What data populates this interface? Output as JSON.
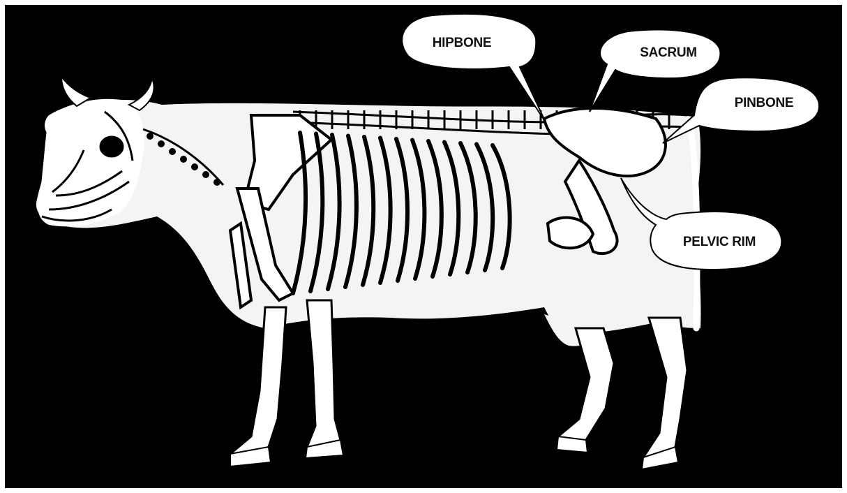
{
  "figure": {
    "colors": {
      "background": "#000000",
      "frame": "#ffffff",
      "body": "#f4f4f4",
      "bone": "#ffffff",
      "ink": "#000000",
      "callout": "#ffffff",
      "label": "#111111"
    }
  },
  "callouts": [
    {
      "id": "hipbone",
      "label": "HIPBONE"
    },
    {
      "id": "sacrum",
      "label": "SACRUM"
    },
    {
      "id": "pinbone",
      "label": "PINBONE"
    },
    {
      "id": "pelvic_rim",
      "label": "PELVIC RIM"
    }
  ]
}
